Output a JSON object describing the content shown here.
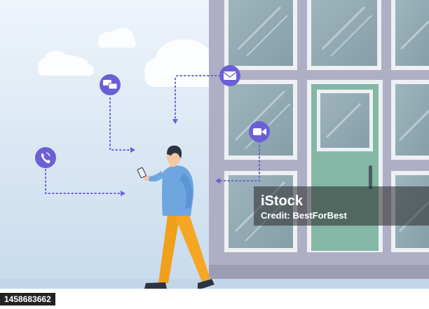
{
  "watermark": {
    "logo_text": "iStock",
    "credit_text": "Credit: BestForBest"
  },
  "image_id": "1458683662",
  "icons": [
    "chat-bubbles-icon",
    "mail-icon",
    "video-camera-icon",
    "phone-icon"
  ],
  "colors": {
    "sky_top": "#eaf1f8",
    "sky_bottom": "#c9dcec",
    "building": "#a8a9bd",
    "window": "#8fa8b1",
    "door": "#7fb5a2",
    "icon_purple": "#6b5fd6",
    "shirt": "#6fa6e0",
    "pants": "#f5a21b"
  }
}
